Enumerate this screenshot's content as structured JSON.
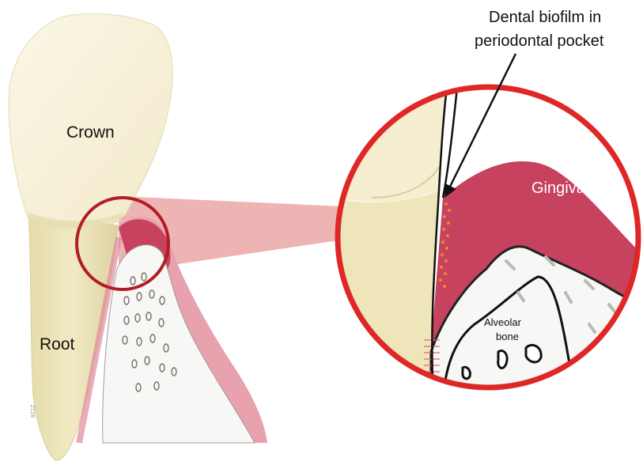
{
  "labels": {
    "crown": "Crown",
    "root": "Root",
    "gingiva": "Gingiva",
    "bone_line1": "Alveolar",
    "bone_line2": "bone",
    "biofilm_line1": "Dental biofilm in",
    "biofilm_line2": "periodontal pocket"
  },
  "colors": {
    "crown": "#f7f1d6",
    "root": "#ece3b5",
    "gingiva": "#c7425e",
    "gingiva_light": "#e7a2ae",
    "highlight_ring": "#e02727",
    "small_ring": "#b21d23",
    "zoom_cone": "#e89a9a",
    "bone": "#f7f7f5",
    "biofilm": "#e8892a"
  }
}
